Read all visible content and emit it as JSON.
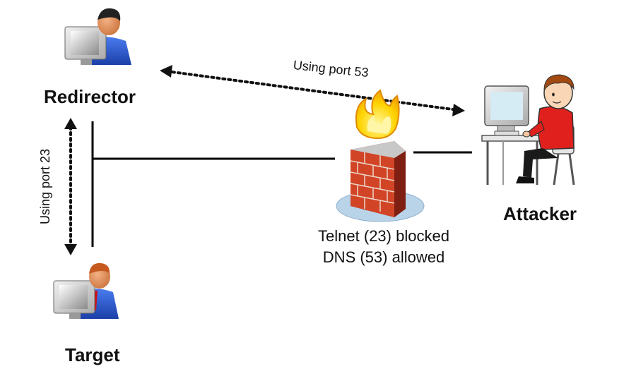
{
  "nodes": {
    "redirector": {
      "label": "Redirector"
    },
    "target": {
      "label": "Target"
    },
    "attacker": {
      "label": "Attacker"
    }
  },
  "links": {
    "redirector_attacker": {
      "label": "Using port 53"
    },
    "redirector_target": {
      "label": "Using port 23"
    }
  },
  "firewall": {
    "line1": "Telnet (23) blocked",
    "line2": "DNS (53) allowed"
  },
  "colors": {
    "shirt_blue": "#2a5bd7",
    "attacker_red": "#e0201c",
    "brick_red": "#b5321e",
    "flame_yellow": "#ffd400"
  }
}
